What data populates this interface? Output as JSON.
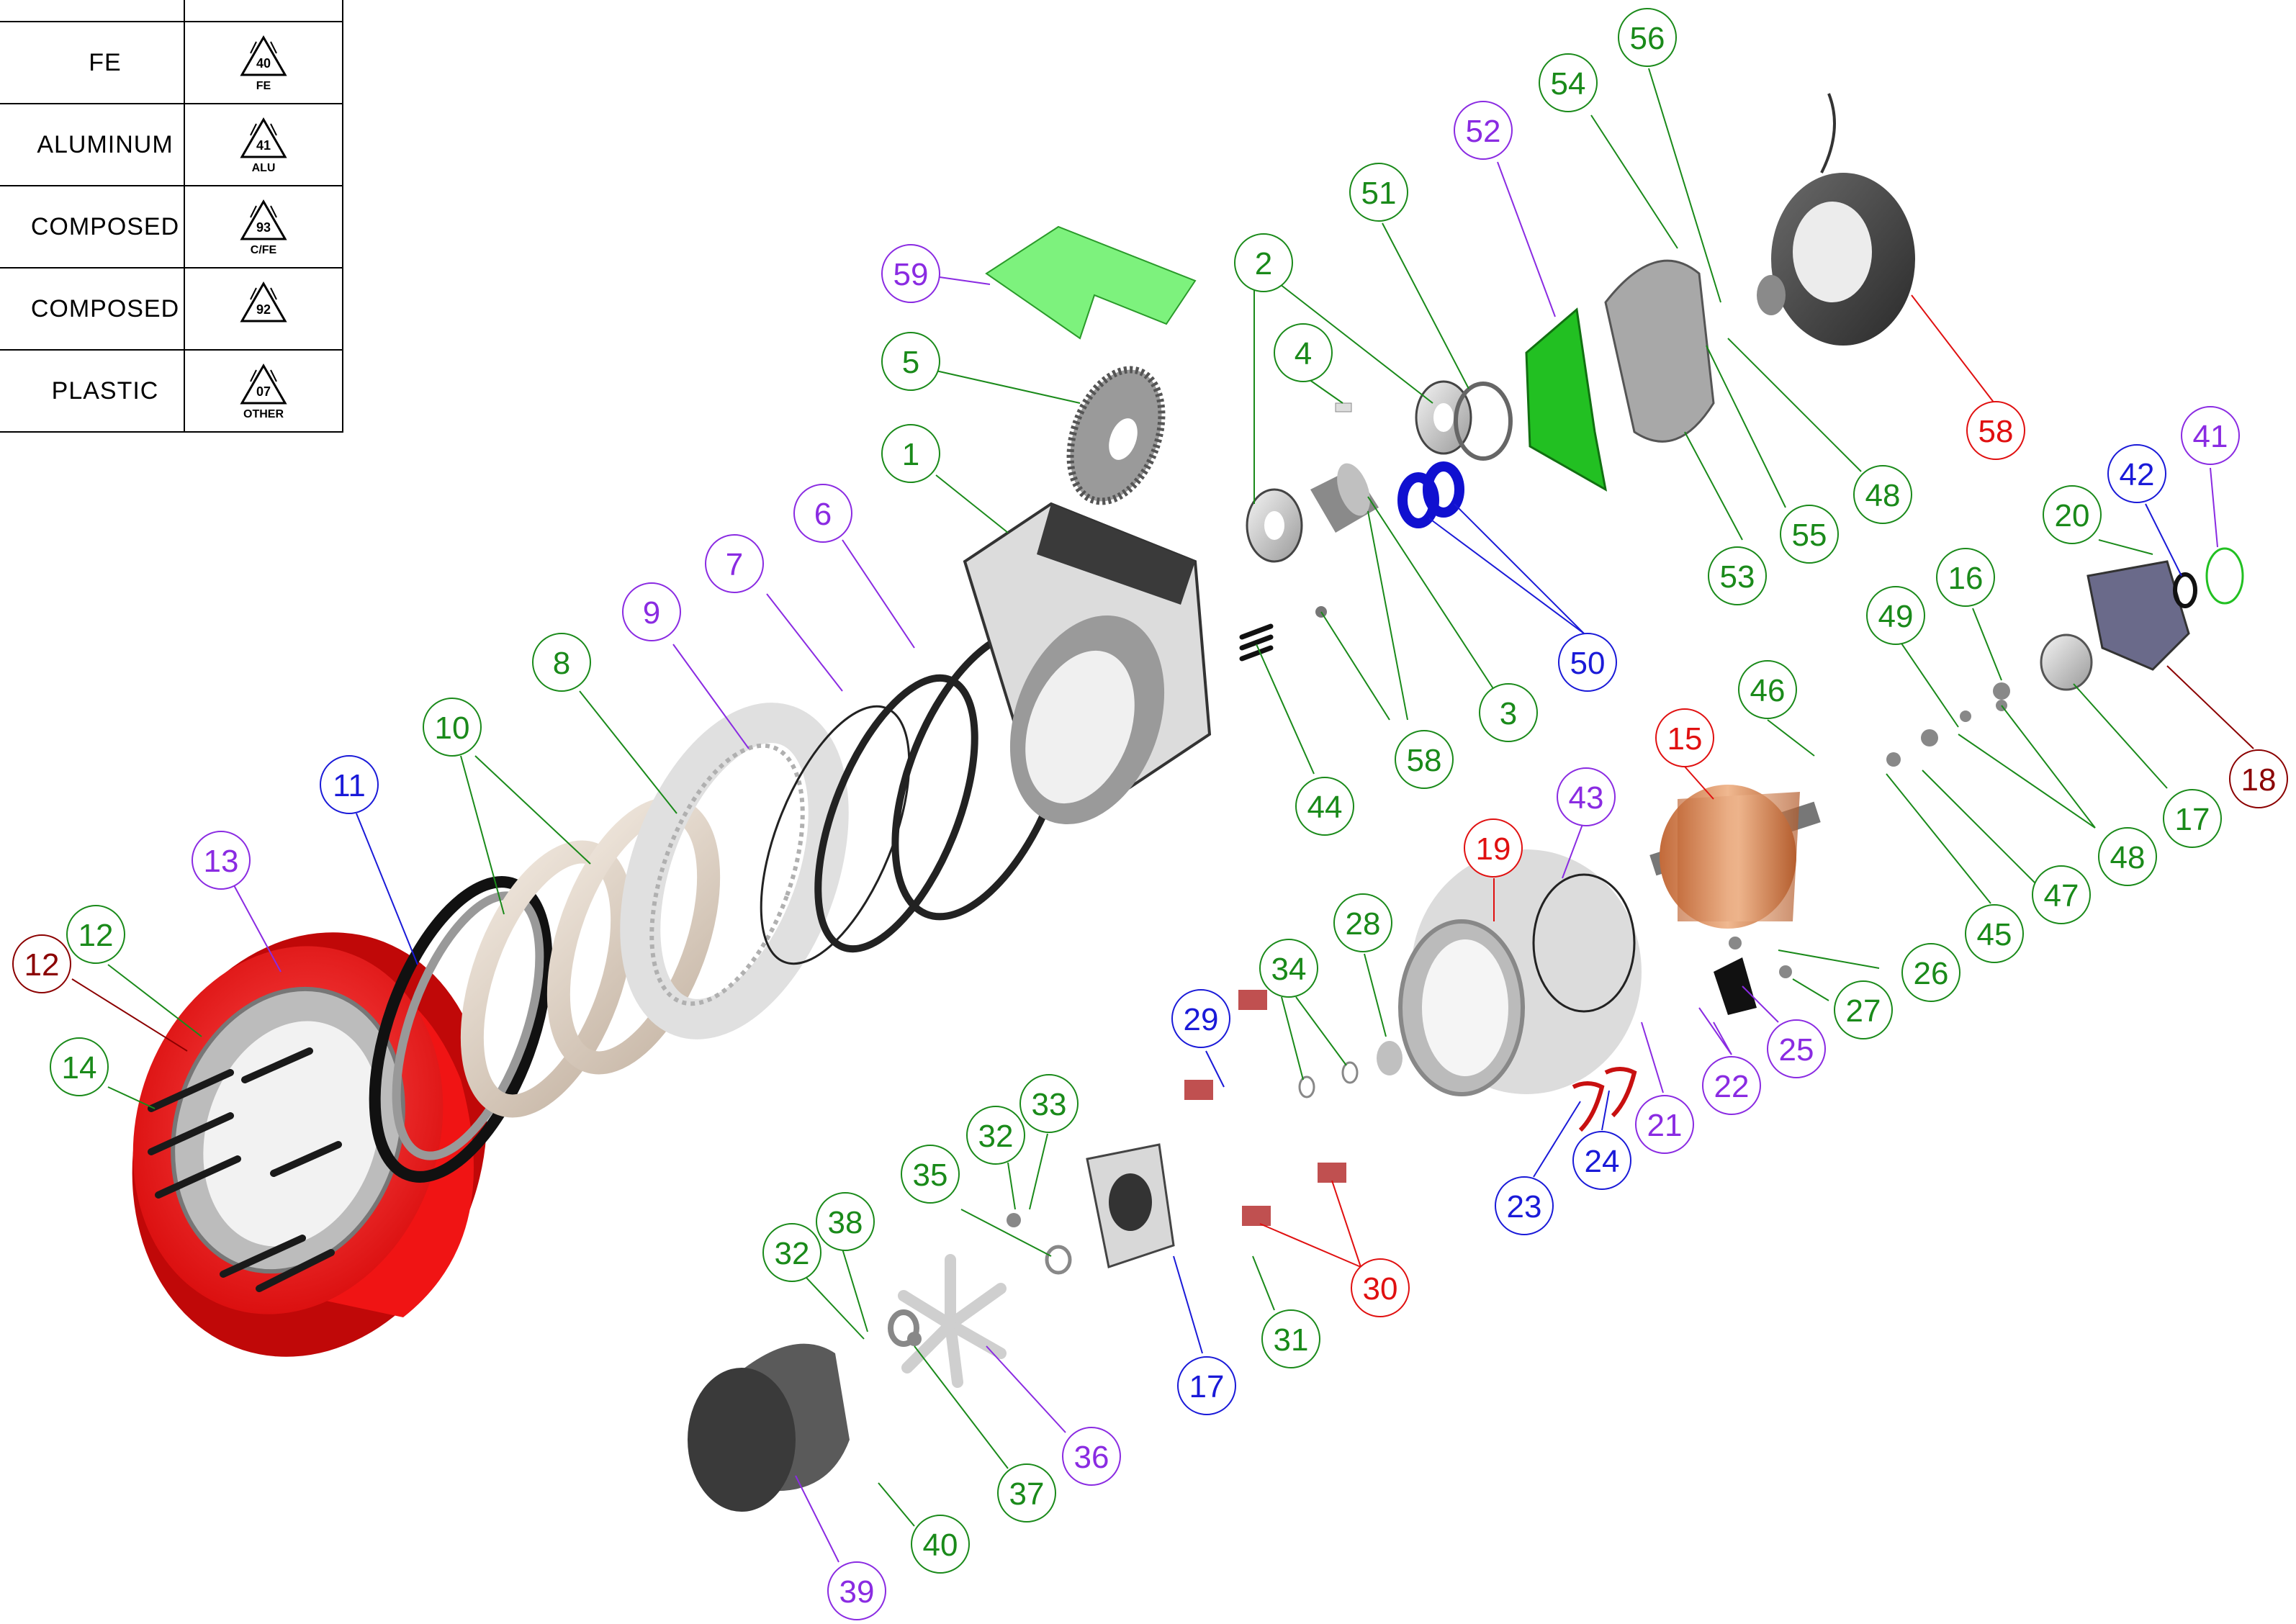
{
  "legend": {
    "rows": [
      {
        "material": "FE",
        "code": "40",
        "abbr": "FE"
      },
      {
        "material": "ALUMINUM",
        "code": "41",
        "abbr": "ALU"
      },
      {
        "material": "COMPOSED",
        "code": "93",
        "abbr": "C/FE"
      },
      {
        "material": "COMPOSED",
        "code": "92",
        "abbr": ""
      },
      {
        "material": "PLASTIC",
        "code": "07",
        "abbr": "OTHER"
      }
    ]
  },
  "colors": {
    "green": "#1a8a1a",
    "purple": "#8a2be2",
    "blue": "#1a1ad8",
    "red": "#e01010",
    "darkred": "#8b0000",
    "wheel": "#f01414",
    "plate": "#7df27d",
    "gasket": "#22c022",
    "seal": "#1010d0"
  },
  "callouts": [
    {
      "id": "c1",
      "label": "1",
      "color": "green"
    },
    {
      "id": "c2",
      "label": "2",
      "color": "green"
    },
    {
      "id": "c3",
      "label": "3",
      "color": "green"
    },
    {
      "id": "c4",
      "label": "4",
      "color": "green"
    },
    {
      "id": "c5",
      "label": "5",
      "color": "green"
    },
    {
      "id": "c6",
      "label": "6",
      "color": "purple"
    },
    {
      "id": "c7",
      "label": "7",
      "color": "purple"
    },
    {
      "id": "c8",
      "label": "8",
      "color": "green"
    },
    {
      "id": "c9",
      "label": "9",
      "color": "purple"
    },
    {
      "id": "c10",
      "label": "10",
      "color": "green"
    },
    {
      "id": "c11",
      "label": "11",
      "color": "blue"
    },
    {
      "id": "c12a",
      "label": "12",
      "color": "green"
    },
    {
      "id": "c12b",
      "label": "12",
      "color": "darkred"
    },
    {
      "id": "c13",
      "label": "13",
      "color": "purple"
    },
    {
      "id": "c14",
      "label": "14",
      "color": "green"
    },
    {
      "id": "c15",
      "label": "15",
      "color": "red"
    },
    {
      "id": "c16",
      "label": "16",
      "color": "green"
    },
    {
      "id": "c17a",
      "label": "17",
      "color": "green"
    },
    {
      "id": "c17b",
      "label": "17",
      "color": "blue"
    },
    {
      "id": "c18",
      "label": "18",
      "color": "darkred"
    },
    {
      "id": "c19",
      "label": "19",
      "color": "red"
    },
    {
      "id": "c20",
      "label": "20",
      "color": "green"
    },
    {
      "id": "c21",
      "label": "21",
      "color": "purple"
    },
    {
      "id": "c22",
      "label": "22",
      "color": "purple"
    },
    {
      "id": "c23",
      "label": "23",
      "color": "blue"
    },
    {
      "id": "c24",
      "label": "24",
      "color": "blue"
    },
    {
      "id": "c25",
      "label": "25",
      "color": "purple"
    },
    {
      "id": "c26",
      "label": "26",
      "color": "green"
    },
    {
      "id": "c27",
      "label": "27",
      "color": "green"
    },
    {
      "id": "c28",
      "label": "28",
      "color": "green"
    },
    {
      "id": "c29",
      "label": "29",
      "color": "blue"
    },
    {
      "id": "c30",
      "label": "30",
      "color": "red"
    },
    {
      "id": "c31",
      "label": "31",
      "color": "green"
    },
    {
      "id": "c32a",
      "label": "32",
      "color": "green"
    },
    {
      "id": "c32b",
      "label": "32",
      "color": "green"
    },
    {
      "id": "c33",
      "label": "33",
      "color": "green"
    },
    {
      "id": "c34",
      "label": "34",
      "color": "green"
    },
    {
      "id": "c35",
      "label": "35",
      "color": "green"
    },
    {
      "id": "c36",
      "label": "36",
      "color": "purple"
    },
    {
      "id": "c37",
      "label": "37",
      "color": "green"
    },
    {
      "id": "c38",
      "label": "38",
      "color": "green"
    },
    {
      "id": "c39",
      "label": "39",
      "color": "purple"
    },
    {
      "id": "c40",
      "label": "40",
      "color": "green"
    },
    {
      "id": "c41",
      "label": "41",
      "color": "purple"
    },
    {
      "id": "c42",
      "label": "42",
      "color": "blue"
    },
    {
      "id": "c43",
      "label": "43",
      "color": "purple"
    },
    {
      "id": "c44",
      "label": "44",
      "color": "green"
    },
    {
      "id": "c45",
      "label": "45",
      "color": "green"
    },
    {
      "id": "c46",
      "label": "46",
      "color": "green"
    },
    {
      "id": "c47",
      "label": "47",
      "color": "green"
    },
    {
      "id": "c48a",
      "label": "48",
      "color": "green"
    },
    {
      "id": "c48b",
      "label": "48",
      "color": "green"
    },
    {
      "id": "c49",
      "label": "49",
      "color": "green"
    },
    {
      "id": "c50",
      "label": "50",
      "color": "blue"
    },
    {
      "id": "c51",
      "label": "51",
      "color": "green"
    },
    {
      "id": "c52",
      "label": "52",
      "color": "purple"
    },
    {
      "id": "c53",
      "label": "53",
      "color": "green"
    },
    {
      "id": "c54",
      "label": "54",
      "color": "green"
    },
    {
      "id": "c55",
      "label": "55",
      "color": "green"
    },
    {
      "id": "c56",
      "label": "56",
      "color": "green"
    },
    {
      "id": "c58a",
      "label": "58",
      "color": "green"
    },
    {
      "id": "c58b",
      "label": "58",
      "color": "red"
    },
    {
      "id": "c59",
      "label": "59",
      "color": "purple"
    }
  ]
}
